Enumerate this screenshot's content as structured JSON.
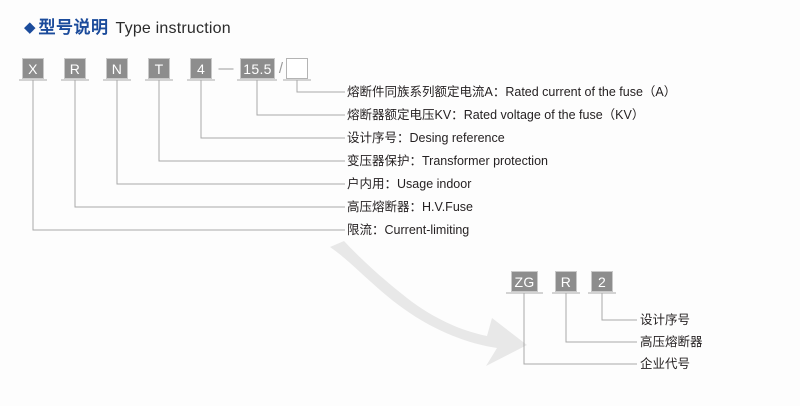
{
  "header": {
    "bullet": "◆",
    "title_cn": "型号说明",
    "title_en": "Type instruction",
    "accent_color": "#1b4b9b",
    "text_color": "#231f20"
  },
  "theme": {
    "box_fill": "#8d8d8d",
    "box_border": "#c9c9c9",
    "box_text": "#ffffff",
    "line_color": "#a9a9a9",
    "arrow_color": "#e6e6e6",
    "background": "#fdfdfd"
  },
  "main_code": {
    "segments": [
      {
        "id": "seg-x",
        "text": "X",
        "type": "box"
      },
      {
        "id": "seg-r",
        "text": "R",
        "type": "box"
      },
      {
        "id": "seg-n",
        "text": "N",
        "type": "box"
      },
      {
        "id": "seg-t",
        "text": "T",
        "type": "box"
      },
      {
        "id": "seg-4",
        "text": "4",
        "type": "box"
      },
      {
        "id": "sep-dash",
        "text": "—",
        "type": "separator"
      },
      {
        "id": "seg-155",
        "text": "15.5",
        "type": "box"
      },
      {
        "id": "sep-slash",
        "text": "/",
        "type": "separator"
      },
      {
        "id": "seg-blank",
        "text": "",
        "type": "box-empty"
      }
    ]
  },
  "legend": [
    {
      "cn": "熔断件同族系列额定电流A：",
      "en": "Rated current of the fuse（A）"
    },
    {
      "cn": "熔断器额定电压KV：",
      "en": "Rated voltage of the fuse（KV）"
    },
    {
      "cn": "设计序号：",
      "en": "Desing reference"
    },
    {
      "cn": "变压器保护：",
      "en": "Transformer protection"
    },
    {
      "cn": "户内用：",
      "en": "Usage indoor"
    },
    {
      "cn": "高压熔断器：",
      "en": "H.V.Fuse"
    },
    {
      "cn": "限流：",
      "en": "Current-limiting"
    }
  ],
  "secondary_code": {
    "segments": [
      {
        "id": "zg-seg-zg",
        "text": "ZG"
      },
      {
        "id": "zg-seg-r",
        "text": "R"
      },
      {
        "id": "zg-seg-2",
        "text": "2"
      }
    ],
    "labels": [
      {
        "cn": "设计序号"
      },
      {
        "cn": "高压熔断器"
      },
      {
        "cn": "企业代号"
      }
    ]
  },
  "arrow": {
    "name": "flow-arrow",
    "direction": "down-right"
  }
}
